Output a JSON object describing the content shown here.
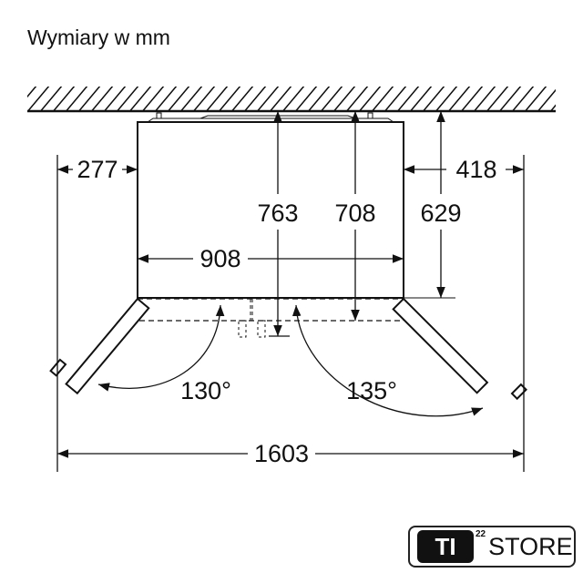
{
  "title": "Wymiary w mm",
  "dimensions": {
    "left_clearance": "277",
    "right_clearance": "418",
    "depth_total": "763",
    "depth_body": "708",
    "depth_side": "629",
    "width": "908",
    "total_width_open": "1603",
    "left_door_angle": "130°",
    "right_door_angle": "135°"
  },
  "logo": {
    "badge": "TI",
    "superscript": "22",
    "text": "STORE"
  }
}
